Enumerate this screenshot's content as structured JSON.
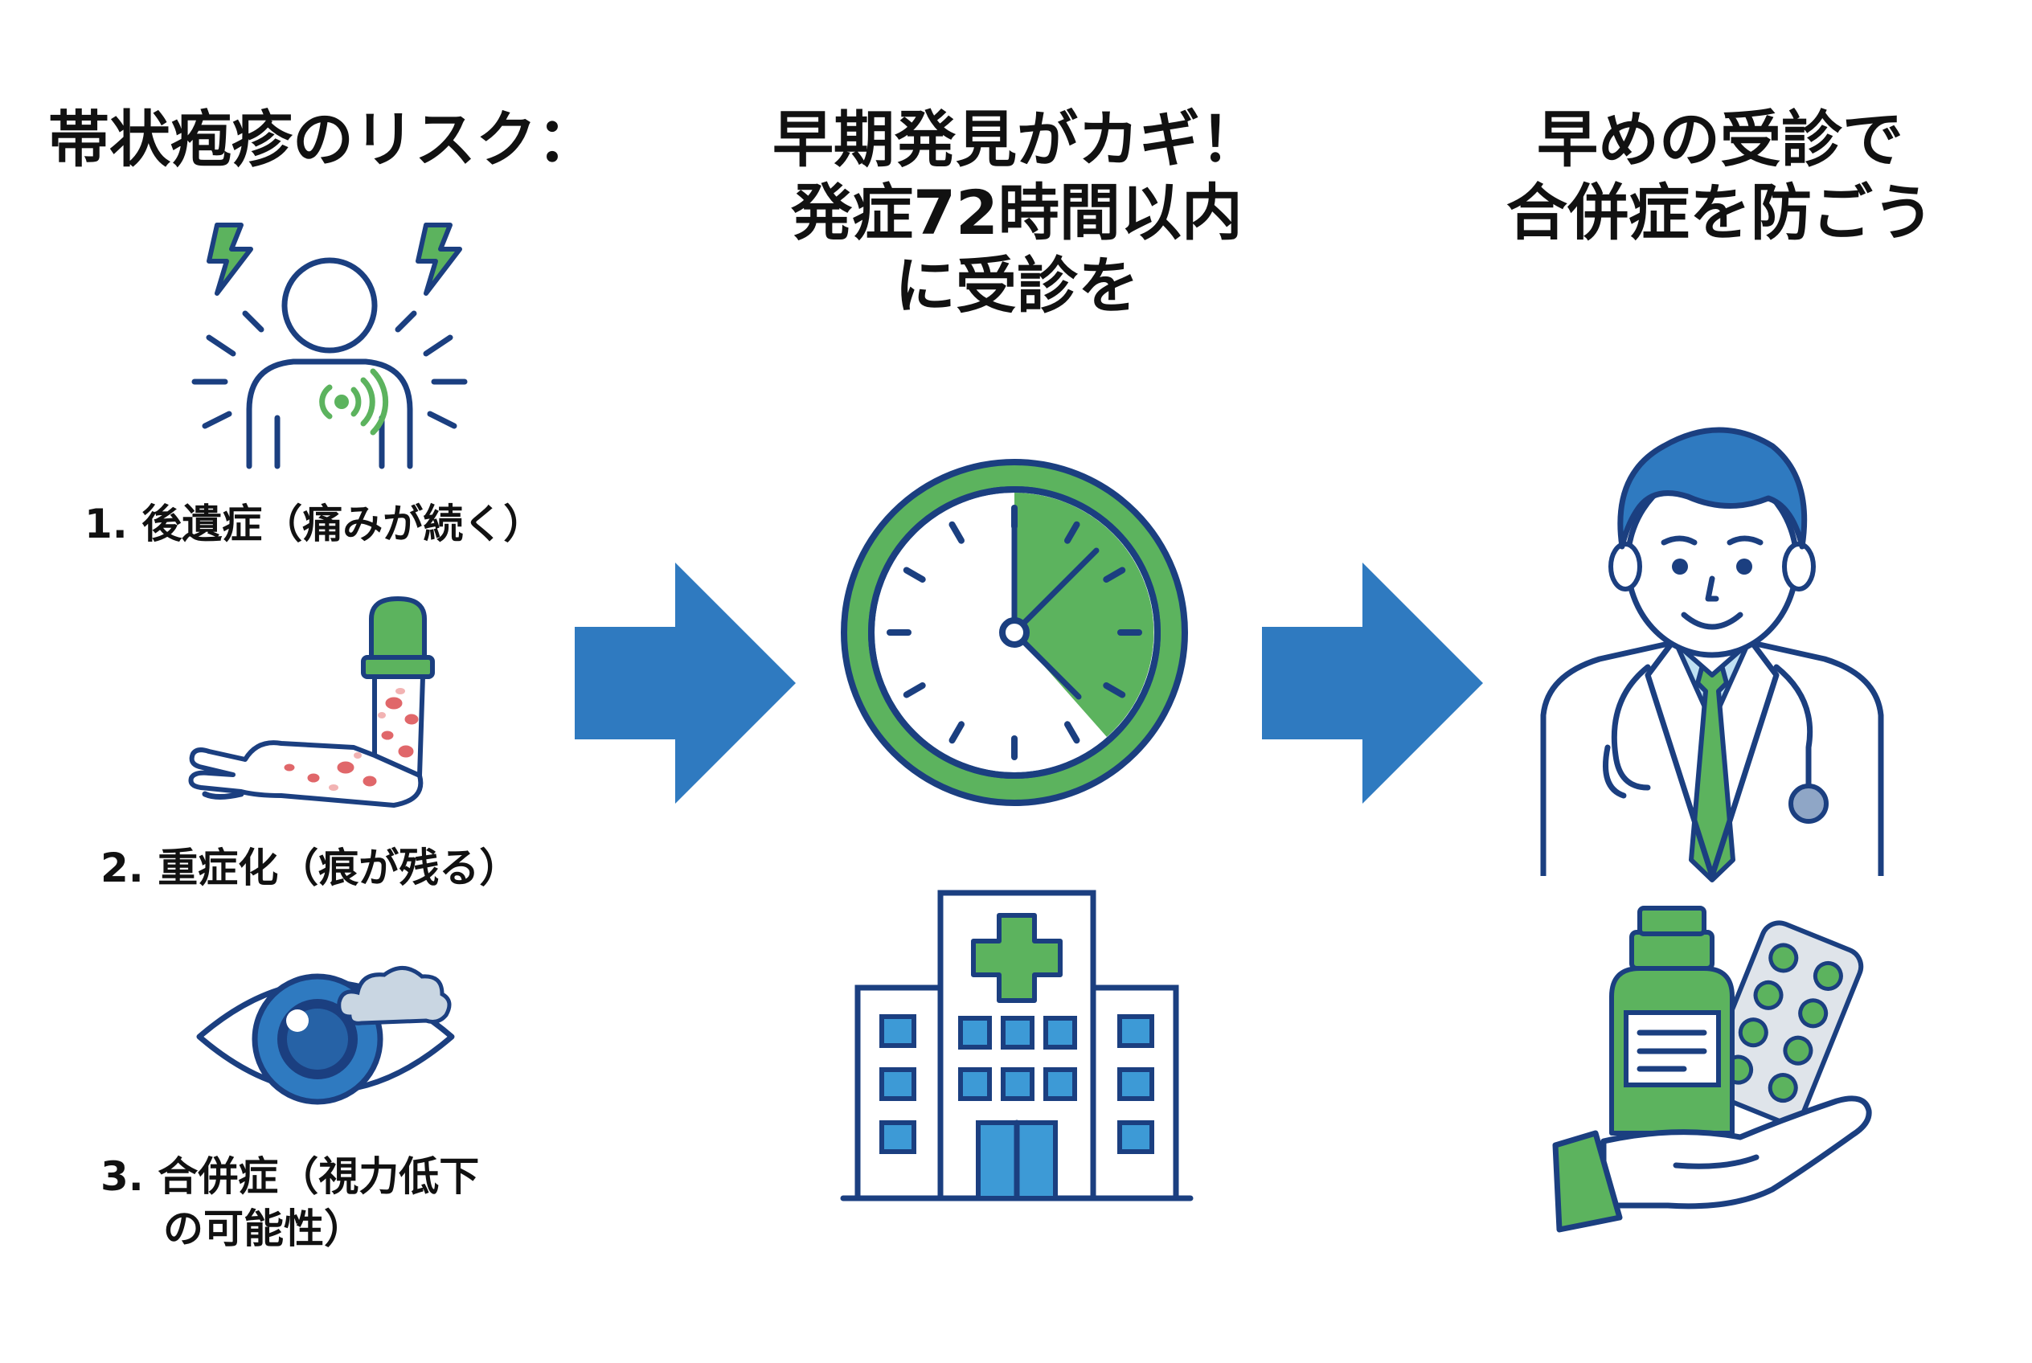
{
  "colors": {
    "navy": "#1b3f80",
    "blue": "#2f7ac0",
    "green": "#5cb35e",
    "red": "#e0676a",
    "light_blue": "#3d9ad6"
  },
  "left": {
    "title": "帯状疱疹のリスク：",
    "risks": [
      {
        "label": "1. 後遺症（痛みが続く）",
        "icon": "nerve-pain-icon"
      },
      {
        "label": "2. 重症化（痕が残る）",
        "icon": "rash-arm-icon"
      },
      {
        "label_line1": "3. 合併症（視力低下",
        "label_line2": "の可能性）",
        "icon": "eye-complication-icon"
      }
    ]
  },
  "middle": {
    "title_lines": [
      "早期発見がカギ！",
      "発症72時間以内",
      "に受診を"
    ],
    "icons": [
      "clock-icon",
      "hospital-icon"
    ]
  },
  "right": {
    "title_lines": [
      "早めの受診で",
      "合併症を防ごう"
    ],
    "icons": [
      "doctor-icon",
      "medicine-hand-icon"
    ]
  },
  "arrows": [
    "arrow-right-icon",
    "arrow-right-icon"
  ]
}
